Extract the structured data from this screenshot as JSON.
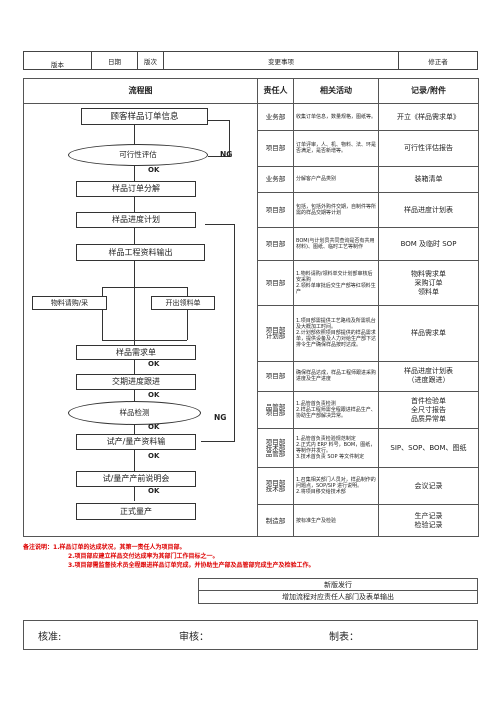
{
  "header": {
    "version": "版本",
    "date": "日期",
    "edition": "版次",
    "change": "变更事项",
    "reviser": "修正者"
  },
  "columns": {
    "flow": "流程图",
    "owner": "责任人",
    "activity": "相关活动",
    "record": "记录/附件"
  },
  "flow": {
    "b1": "顾客样品订单信息",
    "b2": "可行性评估",
    "b3": "样品订单分解",
    "b4": "样品进度计划",
    "b5": "样品工程资料输出",
    "b6": "物料请购/采",
    "b7": "开出领料单",
    "b8": "样品需求单",
    "b9": "交期进度跟进",
    "b10": "样品检测",
    "b11": "试产/量产资料输",
    "b12": "试/量产产前说明会",
    "b13": "正式量产",
    "ok": "OK",
    "ng": "NG"
  },
  "rows": [
    {
      "owner": "业务部",
      "activity": "收集订单信息，数量规格，图纸等。",
      "record": "开立《样品需求单》"
    },
    {
      "owner": "项目部",
      "activity": "订单评审，人、机、物料、法、环是否满足，是否新增等。",
      "record": "可行性评估报告"
    },
    {
      "owner": "业务部",
      "activity": "分解客户产品类别",
      "record": "装箱清单"
    },
    {
      "owner": "项目部",
      "activity": "包括，包括外购件交期，自制件等所需的样品交期等计划",
      "record": "样品进度计划表"
    },
    {
      "owner": "项目部",
      "activity": "BOM(与计划员共同查询是否有共用材料)、图纸、临时工艺等制作",
      "record": "BOM 及临时 SOP"
    },
    {
      "owner": "项目部",
      "activity": "1.物料请购/领料单交计划部审核后安采购\n2.领料单审批后交生产部等红领料生产",
      "record": "物料需求单\n采购订单\n领料单"
    },
    {
      "owner": "项目部\n计划部",
      "activity": "1.项目部需提供工艺路线及所需机台及大概加工时间。\n2.计划部依照项目部提供的样品需求单，提供设备及人力对给生产部下达排令生产确保样品按时达成。",
      "record": "样品需求单"
    },
    {
      "owner": "项目部",
      "activity": "确保样品达成，样品工程师跟进采购进度及生产进度",
      "record": "样品进度计划表\n（进度跟进）"
    },
    {
      "owner": "品管部\n项目部",
      "activity": "1.品管首负责检测\n2.样品工程师需全程跟进样品生产、协助生产部解决异常。",
      "record": "首件检验单\n全尺寸报告\n品质异常单"
    },
    {
      "owner": "项目部\n技术部\n品管部",
      "activity": "1.品管首负责检验规范制定\n2.正式内 ERP 料号，BOM，图纸，等制作并发行。\n3.技术首负责 SOP 等文件制定",
      "record": "SIP、SOP、BOM、图纸"
    },
    {
      "owner": "项目部\n技术部",
      "activity": "1.召集相关部门人员对，样品制作的问题点，SOP/SIP 进行说明。\n2.将项目移交给技术部",
      "record": "会议记录"
    },
    {
      "owner": "制造部",
      "activity": "按标准生产及检验",
      "record": "生产记录\n检验记录"
    }
  ],
  "notes": {
    "label": "备注说明：",
    "n1": "1.样品订单的达成状况，其第一责任人为项目部。",
    "n2": "2.项目部应建立样品交付达成率为其部门工作目标之一。",
    "n3": "3.项目部需监督技术员全程跟进样品订单完成，并协助生产部及品管部完成生产及检验工作。"
  },
  "bottom": {
    "r1": "新版发行",
    "r2": "增加流程对应责任人部门及表单输出"
  },
  "sign": {
    "approve": "核准:",
    "review": "审核：",
    "make": "制表："
  }
}
